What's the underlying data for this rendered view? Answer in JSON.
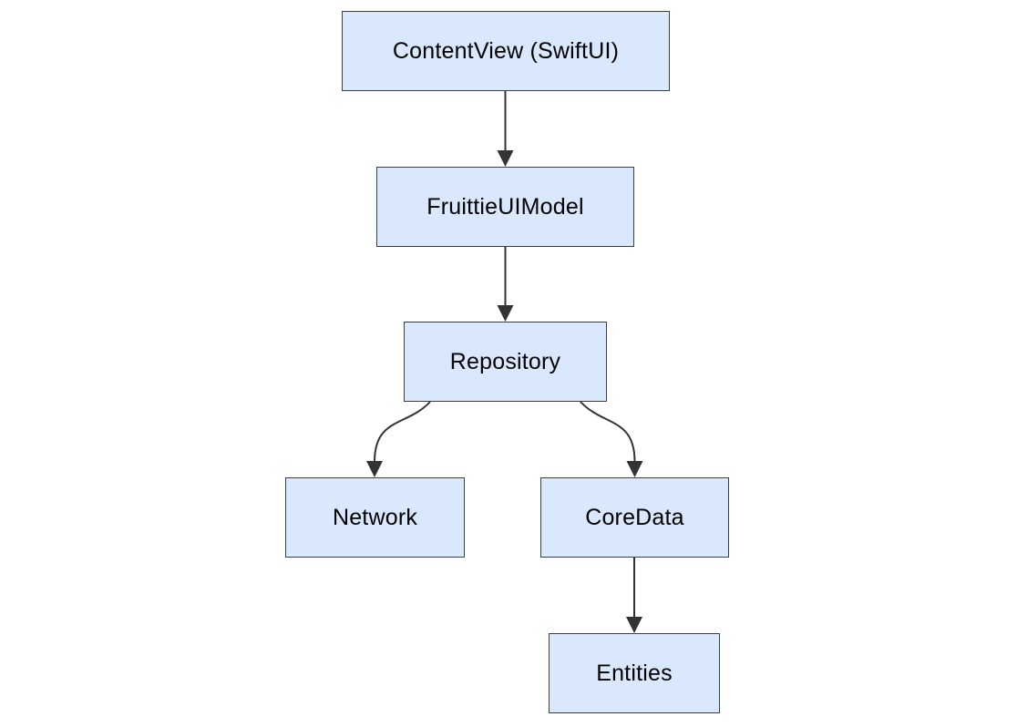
{
  "diagram": {
    "type": "flowchart-top-down",
    "nodes": [
      {
        "id": "contentview",
        "label": "ContentView (SwiftUI)"
      },
      {
        "id": "fruittieuimodel",
        "label": "FruittieUIModel"
      },
      {
        "id": "repository",
        "label": "Repository"
      },
      {
        "id": "network",
        "label": "Network"
      },
      {
        "id": "coredata",
        "label": "CoreData"
      },
      {
        "id": "entities",
        "label": "Entities"
      }
    ],
    "edges": [
      {
        "from": "ContentView (SwiftUI)",
        "to": "FruittieUIModel"
      },
      {
        "from": "FruittieUIModel",
        "to": "Repository"
      },
      {
        "from": "Repository",
        "to": "Network"
      },
      {
        "from": "Repository",
        "to": "CoreData"
      },
      {
        "from": "CoreData",
        "to": "Entities"
      }
    ],
    "colors": {
      "node_fill": "#d9e8fc",
      "node_border": "#3f3f3f",
      "edge": "#333333",
      "text": "#000000",
      "background": "#ffffff"
    }
  }
}
